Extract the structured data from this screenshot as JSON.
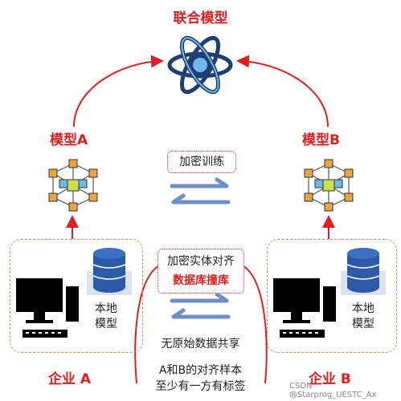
{
  "title": "联合模型",
  "model_a": "模型A",
  "model_b": "模型B",
  "encrypted_training": "加密训练",
  "encrypted_alignment": "加密实体对齐",
  "db_collision": "数据库撞库",
  "local_model_a": [
    "本地",
    "模型"
  ],
  "local_model_b": [
    "本地",
    "模型"
  ],
  "no_raw_share": "无原始数据共享",
  "enterprise_a": "企业 A",
  "enterprise_b": "企业 B",
  "sample_note": [
    "A和B的对齐样本",
    "至少有一方有标签"
  ],
  "watermark": "CSDN @Starprog_UESTC_Ax",
  "colors": {
    "accent_red": "#e02020",
    "arrow_blue": "#6f8fc6",
    "dash_orange": "#e8845a",
    "atom_blue": "#1f3f73",
    "atom_light": "#6fb9e8",
    "db_blue": "#2c5aa8"
  }
}
